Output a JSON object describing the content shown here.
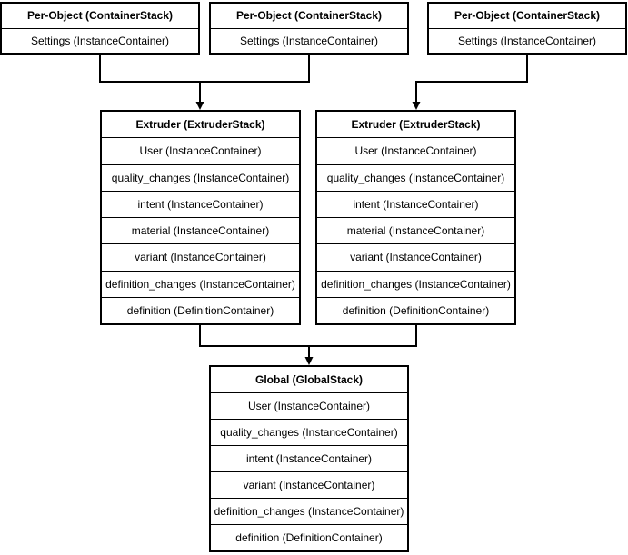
{
  "colors": {
    "stroke": "#000000",
    "fill": "#ffffff",
    "background": "#ffffff",
    "text": "#000000"
  },
  "stacks": {
    "per_object": [
      {
        "title": "Per-Object (ContainerStack)",
        "rows": [
          "Settings (InstanceContainer)"
        ]
      },
      {
        "title": "Per-Object (ContainerStack)",
        "rows": [
          "Settings (InstanceContainer)"
        ]
      },
      {
        "title": "Per-Object (ContainerStack)",
        "rows": [
          "Settings (InstanceContainer)"
        ]
      }
    ],
    "extruders": [
      {
        "title": "Extruder (ExtruderStack)",
        "rows": [
          "User (InstanceContainer)",
          "quality_changes (InstanceContainer)",
          "intent (InstanceContainer)",
          "material (InstanceContainer)",
          "variant (InstanceContainer)",
          "definition_changes (InstanceContainer)",
          "definition (DefinitionContainer)"
        ]
      },
      {
        "title": "Extruder (ExtruderStack)",
        "rows": [
          "User (InstanceContainer)",
          "quality_changes (InstanceContainer)",
          "intent (InstanceContainer)",
          "material (InstanceContainer)",
          "variant (InstanceContainer)",
          "definition_changes (InstanceContainer)",
          "definition (DefinitionContainer)"
        ]
      }
    ],
    "global": {
      "title": "Global (GlobalStack)",
      "rows": [
        "User (InstanceContainer)",
        "quality_changes (InstanceContainer)",
        "intent (InstanceContainer)",
        "variant (InstanceContainer)",
        "definition_changes (InstanceContainer)",
        "definition (DefinitionContainer)"
      ]
    }
  }
}
